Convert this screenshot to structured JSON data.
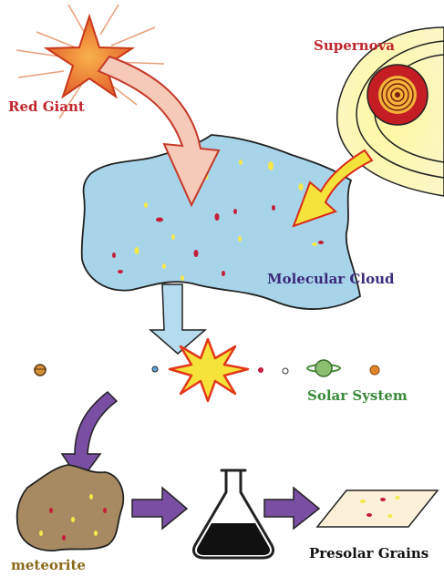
{
  "labels": {
    "red_giant": "Red Giant",
    "supernova": "Supernova",
    "molecular_cloud": "Molecular Cloud",
    "solar_system": "Solar System",
    "meteorite": "meteorite",
    "presolar_grains": "Presolar Grains"
  },
  "colors": {
    "red_giant_text": "#c0272d",
    "supernova_text": "#c0272d",
    "molecular_cloud_text": "#3b2a7a",
    "solar_system_text": "#3a8a3a",
    "meteorite_text": "#8a6a1a",
    "presolar_text": "#111111",
    "cloud_fill": "#a8d4ea",
    "arrow_pink": "#f6c9b8",
    "arrow_yellow": "#f5e23a",
    "arrow_light_blue": "#b5dbef",
    "arrow_purple": "#7a4ea3",
    "meteorite_fill": "#a88a62",
    "star_orange": "#f07b2a",
    "supernova_glow": "#fbf8b0"
  },
  "icons": [
    "red-giant-star-icon",
    "supernova-icon",
    "molecular-cloud-icon",
    "planet-icon",
    "sun-burst-icon",
    "ringed-planet-icon",
    "meteorite-icon",
    "flask-icon",
    "grain-slide-icon"
  ]
}
